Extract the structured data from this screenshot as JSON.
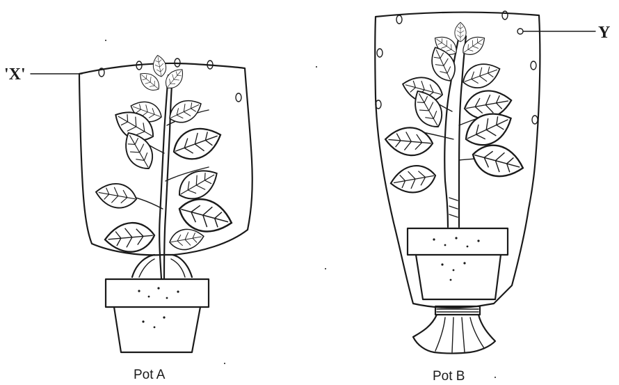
{
  "labels": {
    "pot_a": "Pot A",
    "pot_b": "Pot B",
    "marker_x": "'X'",
    "marker_y": "Y"
  },
  "colors": {
    "ink": "#1a1a1a",
    "paper": "#ffffff"
  }
}
